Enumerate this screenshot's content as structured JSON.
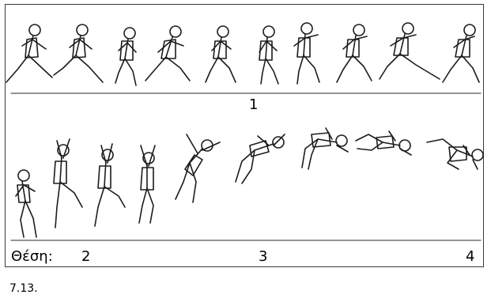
{
  "figure": {
    "caption": "7.13.",
    "phase_label": "1",
    "position_prefix": "Θέση:",
    "positions": [
      "2",
      "3",
      "4"
    ]
  },
  "illustration": {
    "description_name": "jump sequence",
    "ink_color": "#1c1c1c",
    "border_color": "#3a3a3a"
  }
}
